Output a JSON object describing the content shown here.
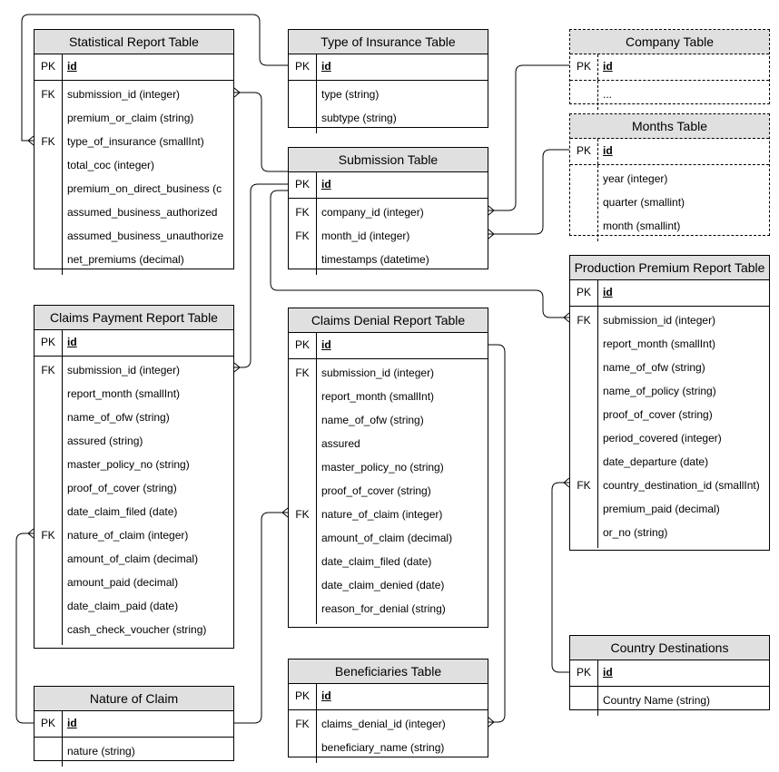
{
  "tables": [
    {
      "id": "statistical",
      "title": "Statistical Report Table",
      "dashed": false,
      "sections": [
        [
          {
            "key": "PK",
            "field": "id",
            "pk": true
          }
        ],
        [
          {
            "key": "FK",
            "field": "submission_id (integer)"
          },
          {
            "key": "",
            "field": "premium_or_claim (string)"
          },
          {
            "key": "FK",
            "field": "type_of_insurance (smallInt)"
          },
          {
            "key": "",
            "field": "total_coc (integer)"
          },
          {
            "key": "",
            "field": "premium_on_direct_business (c"
          },
          {
            "key": "",
            "field": "assumed_business_authorized"
          },
          {
            "key": "",
            "field": "assumed_business_unauthorize"
          },
          {
            "key": "",
            "field": "net_premiums (decimal)"
          }
        ]
      ]
    },
    {
      "id": "type_insurance",
      "title": "Type of Insurance Table",
      "dashed": false,
      "sections": [
        [
          {
            "key": "PK",
            "field": "id",
            "pk": true
          }
        ],
        [
          {
            "key": "",
            "field": "type (string)"
          },
          {
            "key": "",
            "field": "subtype (string)"
          }
        ]
      ]
    },
    {
      "id": "company",
      "title": "Company Table",
      "dashed": true,
      "sections": [
        [
          {
            "key": "PK",
            "field": "id",
            "pk": true
          }
        ],
        [
          {
            "key": "",
            "field": "..."
          }
        ]
      ]
    },
    {
      "id": "months",
      "title": "Months Table",
      "dashed": true,
      "sections": [
        [
          {
            "key": "PK",
            "field": "id",
            "pk": true
          }
        ],
        [
          {
            "key": "",
            "field": "year (integer)"
          },
          {
            "key": "",
            "field": "quarter (smallint)"
          },
          {
            "key": "",
            "field": "month (smallint)"
          }
        ]
      ]
    },
    {
      "id": "submission",
      "title": "Submission Table",
      "dashed": false,
      "sections": [
        [
          {
            "key": "PK",
            "field": "id",
            "pk": true
          }
        ],
        [
          {
            "key": "FK",
            "field": "company_id (integer)"
          },
          {
            "key": "FK",
            "field": "month_id (integer)"
          },
          {
            "key": "",
            "field": "timestamps (datetime)"
          }
        ]
      ]
    },
    {
      "id": "production",
      "title": "Production Premium Report Table",
      "dashed": false,
      "sections": [
        [
          {
            "key": "PK",
            "field": "id",
            "pk": true
          }
        ],
        [
          {
            "key": "FK",
            "field": "submission_id (integer)"
          },
          {
            "key": "",
            "field": "report_month (smallInt)"
          },
          {
            "key": "",
            "field": "name_of_ofw (string)"
          },
          {
            "key": "",
            "field": "name_of_policy (string)"
          },
          {
            "key": "",
            "field": "proof_of_cover (string)"
          },
          {
            "key": "",
            "field": "period_covered (integer)"
          },
          {
            "key": "",
            "field": "date_departure (date)"
          },
          {
            "key": "FK",
            "field": "country_destination_id (smallInt)"
          },
          {
            "key": "",
            "field": "premium_paid (decimal)"
          },
          {
            "key": "",
            "field": "or_no (string)"
          }
        ]
      ]
    },
    {
      "id": "claims_payment",
      "title": "Claims Payment Report Table",
      "dashed": false,
      "sections": [
        [
          {
            "key": "PK",
            "field": "id",
            "pk": true
          }
        ],
        [
          {
            "key": "FK",
            "field": "submission_id (integer)"
          },
          {
            "key": "",
            "field": "report_month (smallInt)"
          },
          {
            "key": "",
            "field": "name_of_ofw (string)"
          },
          {
            "key": "",
            "field": "assured (string)"
          },
          {
            "key": "",
            "field": "master_policy_no (string)"
          },
          {
            "key": "",
            "field": "proof_of_cover (string)"
          },
          {
            "key": "",
            "field": "date_claim_filed (date)"
          },
          {
            "key": "FK",
            "field": "nature_of_claim (integer)"
          },
          {
            "key": "",
            "field": "amount_of_claim (decimal)"
          },
          {
            "key": "",
            "field": "amount_paid (decimal)"
          },
          {
            "key": "",
            "field": "date_claim_paid (date)"
          },
          {
            "key": "",
            "field": "cash_check_voucher (string)"
          }
        ]
      ]
    },
    {
      "id": "claims_denial",
      "title": "Claims Denial Report Table",
      "dashed": false,
      "sections": [
        [
          {
            "key": "PK",
            "field": "id",
            "pk": true
          }
        ],
        [
          {
            "key": "FK",
            "field": "submission_id (integer)"
          },
          {
            "key": "",
            "field": "report_month (smallInt)"
          },
          {
            "key": "",
            "field": "name_of_ofw (string)"
          },
          {
            "key": "",
            "field": "assured"
          },
          {
            "key": "",
            "field": "master_policy_no (string)"
          },
          {
            "key": "",
            "field": "proof_of_cover (string)"
          },
          {
            "key": "FK",
            "field": "nature_of_claim (integer)"
          },
          {
            "key": "",
            "field": "amount_of_claim (decimal)"
          },
          {
            "key": "",
            "field": "date_claim_filed (date)"
          },
          {
            "key": "",
            "field": "date_claim_denied (date)"
          },
          {
            "key": "",
            "field": "reason_for_denial (string)"
          }
        ]
      ]
    },
    {
      "id": "nature",
      "title": "Nature of Claim",
      "dashed": false,
      "sections": [
        [
          {
            "key": "PK",
            "field": "id",
            "pk": true
          }
        ],
        [
          {
            "key": "",
            "field": "nature (string)"
          }
        ]
      ]
    },
    {
      "id": "beneficiaries",
      "title": "Beneficiaries Table",
      "dashed": false,
      "sections": [
        [
          {
            "key": "PK",
            "field": "id",
            "pk": true
          }
        ],
        [
          {
            "key": "FK",
            "field": "claims_denial_id (integer)"
          },
          {
            "key": "",
            "field": "beneficiary_name (string)"
          }
        ]
      ]
    },
    {
      "id": "country",
      "title": "Country Destinations",
      "dashed": false,
      "sections": [
        [
          {
            "key": "PK",
            "field": "id",
            "pk": true
          }
        ],
        [
          {
            "key": "",
            "field": "Country Name (string)"
          }
        ]
      ]
    }
  ],
  "relationships": [
    {
      "from": "statistical.type_of_insurance",
      "to": "type_insurance.id"
    },
    {
      "from": "statistical.submission_id",
      "to": "submission.id"
    },
    {
      "from": "submission.company_id",
      "to": "company.id"
    },
    {
      "from": "submission.month_id",
      "to": "months.id"
    },
    {
      "from": "claims_payment.submission_id",
      "to": "submission.id"
    },
    {
      "from": "production.submission_id",
      "to": "submission.id"
    },
    {
      "from": "claims_payment.nature_of_claim",
      "to": "nature.id"
    },
    {
      "from": "claims_denial.nature_of_claim",
      "to": "nature.id"
    },
    {
      "from": "beneficiaries.claims_denial_id",
      "to": "claims_denial.id"
    },
    {
      "from": "production.country_destination_id",
      "to": "country.id"
    }
  ]
}
